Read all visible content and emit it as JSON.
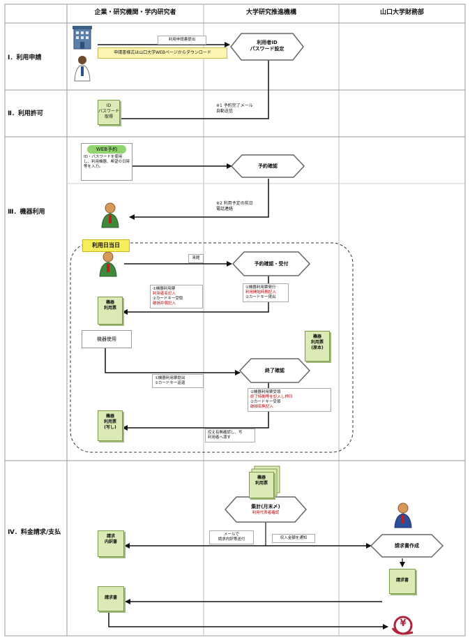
{
  "columns": {
    "c1": "企業・研究機関・学内研究者",
    "c2": "大学研究推進機構",
    "c3": "山口大学財務部"
  },
  "stages": {
    "s1": "Ⅰ．利用申請",
    "s2": "Ⅱ．利用許可",
    "s3": "Ⅲ．機器利用",
    "s4": "Ⅳ．料金請求/支払"
  },
  "s1": {
    "arrow_label": "利用申請書提出",
    "yellow_note": "申請書様式は山口大学WEBページからダウンロード",
    "hex_line1": "利用者ID",
    "hex_line2": "パスワード設定"
  },
  "s2": {
    "note_line1": "※1 予約完了メール",
    "note_line2": "自動送信",
    "doc_line1": "ID",
    "doc_line2": "パスワード",
    "doc_line3": "取得"
  },
  "s3": {
    "web_title": "WEB予約",
    "web_text": "ID・パスワードを使用し、利用機器、希望の日時等を入力。",
    "hex_reserve": "予約確認",
    "note2_line1": "※2 利用予定の前日",
    "note2_line2": "電話連絡",
    "day_label": "利用日当日",
    "arrow_visit": "来館",
    "hex_checkin": "予約確認・受付",
    "checkin_note1": "①機器利用票発行",
    "checkin_note2": "利用開始時間記入",
    "checkin_note3": "②カードキー貸出",
    "user_note1": "①機器利用票",
    "user_note2": "利用者名記入",
    "user_note3": "②カードキー受取",
    "user_note4": "破損弁償記入",
    "doc_slip_line1": "機器",
    "doc_slip_line2": "利用票",
    "box_use": "機器使用",
    "doc_orig_line1": "機器",
    "doc_orig_line2": "利用票",
    "doc_orig_line3": "(原本)",
    "return_note1": "①機器利用票提出",
    "return_note2": "②カードキー返還",
    "hex_end": "終了確認",
    "end_note1": "①機器利用票受領",
    "end_note2": "終了時間等を記入し押印",
    "end_note3": "②カードキー受領",
    "end_note4": "破損有無記入",
    "doc_copy_line1": "機器",
    "doc_copy_line2": "利用票",
    "doc_copy_line3": "(写し)",
    "copy_note1": "控え有無確認し、写",
    "copy_note2": "利用者へ渡す"
  },
  "s4": {
    "stack_line1": "機器",
    "stack_line2": "利用票",
    "hex_total": "集計(月末〆)",
    "hex_total_sub": "利用代表者確認",
    "mail_note1": "メールで",
    "mail_note2": "請求内訳等送付",
    "fin_note": "収入金額を通知",
    "doc_detail_line1": "請求",
    "doc_detail_line2": "内訳書",
    "hex_invoice": "請求書作成",
    "doc_invoice1": "請求書",
    "doc_invoice2": "請求書",
    "yen_symbol": "¥"
  }
}
